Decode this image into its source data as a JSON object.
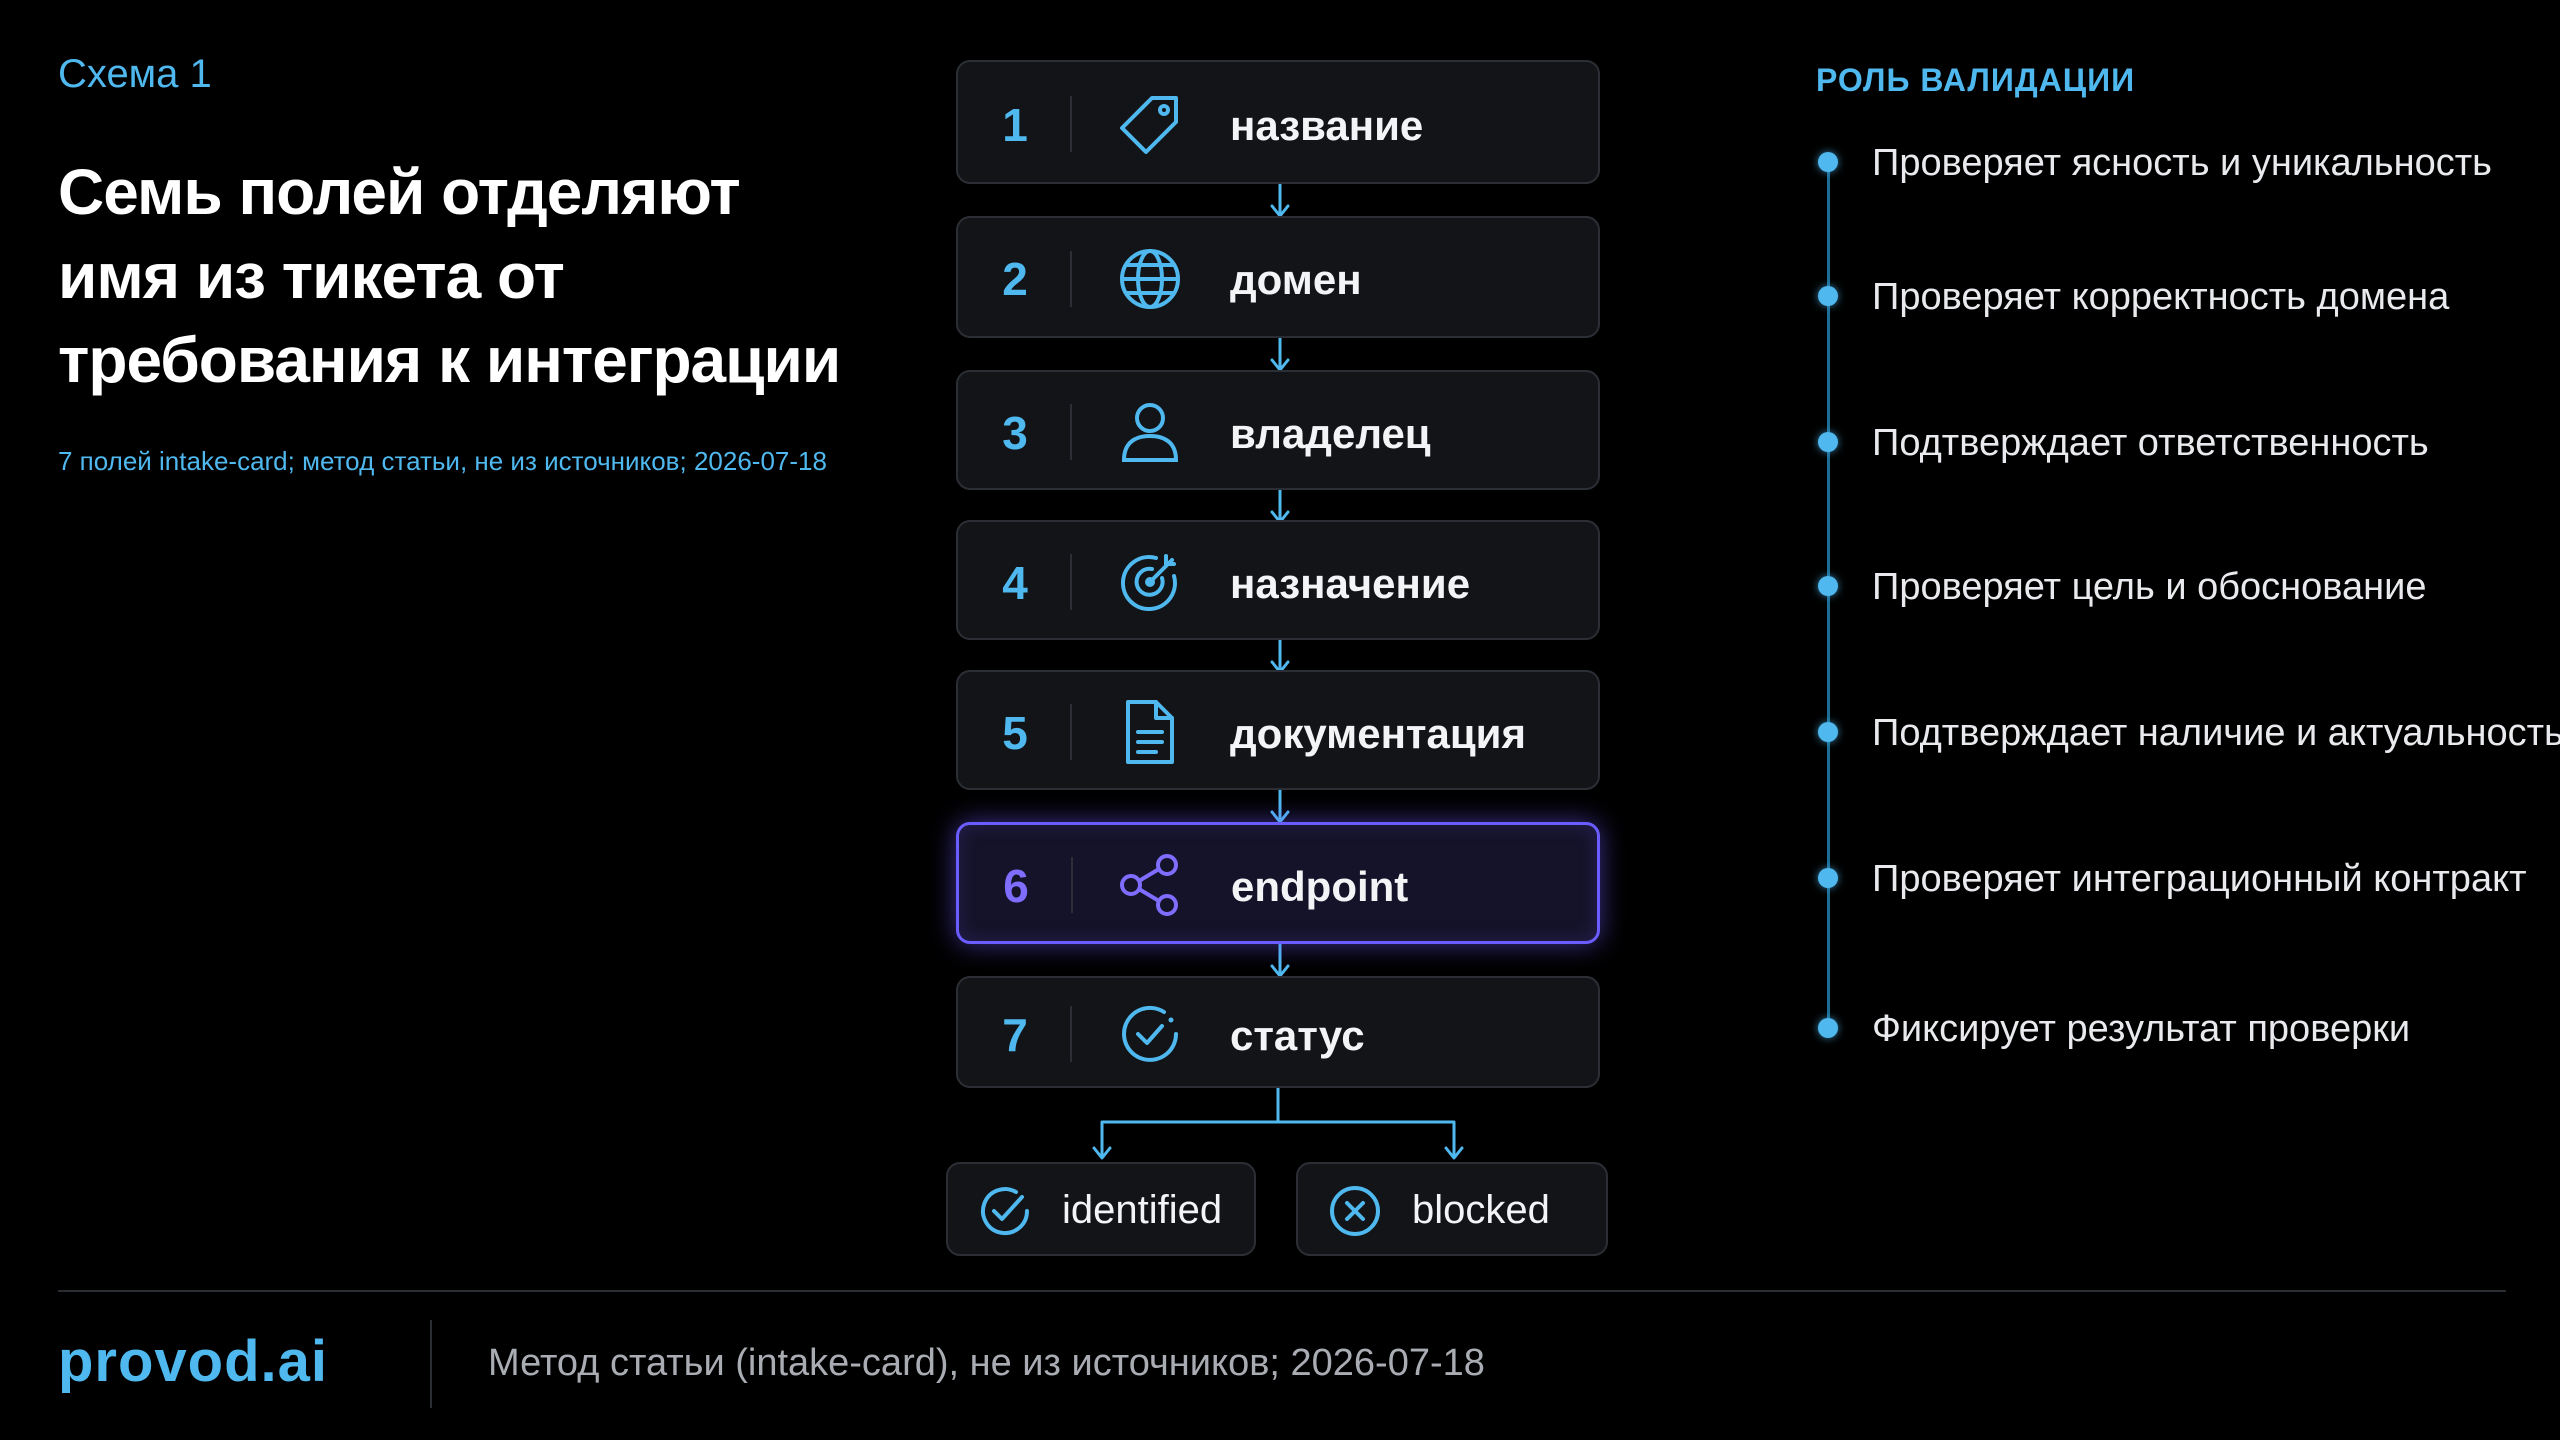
{
  "header": {
    "scheme_label": "Схема 1",
    "title_lines": [
      "Семь полей отделяют",
      "имя из тикета от",
      "требования к интеграции"
    ],
    "subtitle": "7 полей intake-card; метод статьи, не из источников; 2026-07-18"
  },
  "flow": {
    "steps": [
      {
        "number": "1",
        "label": "название",
        "icon": "tag-icon"
      },
      {
        "number": "2",
        "label": "домен",
        "icon": "globe-icon"
      },
      {
        "number": "3",
        "label": "владелец",
        "icon": "user-icon"
      },
      {
        "number": "4",
        "label": "назначение",
        "icon": "target-icon"
      },
      {
        "number": "5",
        "label": "документация",
        "icon": "document-icon"
      },
      {
        "number": "6",
        "label": "endpoint",
        "icon": "share-icon",
        "highlighted": true
      },
      {
        "number": "7",
        "label": "статус",
        "icon": "check-circle-icon"
      }
    ],
    "outcomes": [
      {
        "label": "identified",
        "icon": "check-circle-icon"
      },
      {
        "label": "blocked",
        "icon": "x-circle-icon"
      }
    ]
  },
  "roles": {
    "heading": "РОЛЬ ВАЛИДАЦИИ",
    "items": [
      "Проверяет ясность и уникальность",
      "Проверяет корректность домена",
      "Подтверждает ответственность",
      "Проверяет цель и обоснование",
      "Подтверждает наличие и актуальность",
      "Проверяет интеграционный контракт",
      "Фиксирует результат проверки"
    ]
  },
  "footer": {
    "brand": "provod.ai",
    "text": "Метод статьи (intake-card), не из источников; 2026-07-18"
  },
  "colors": {
    "accent": "#4fb8ee",
    "highlight": "#6a5cff",
    "background": "#000000",
    "card": "#121417"
  }
}
